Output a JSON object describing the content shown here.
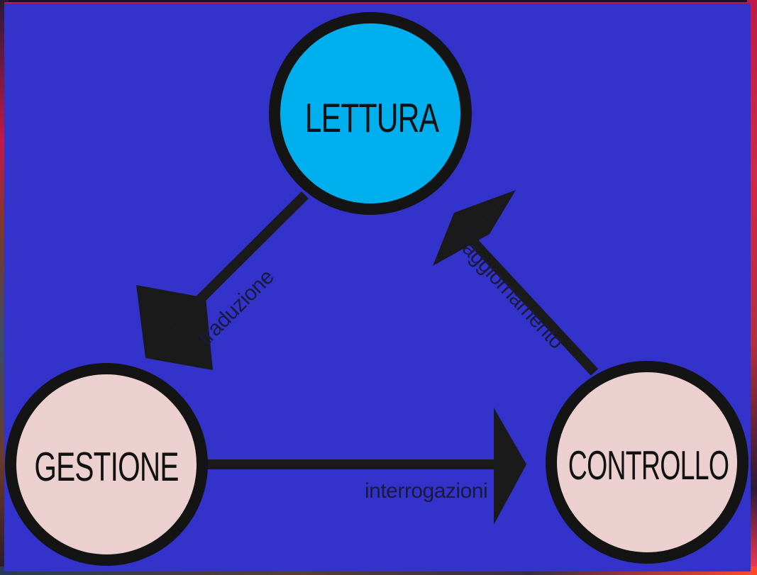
{
  "nodes": {
    "top": {
      "label": "LETTURA",
      "fill": "#00b0ee"
    },
    "left": {
      "label": "GESTIONE",
      "fill": "#ecd0d0"
    },
    "right": {
      "label": "CONTROLLO",
      "fill": "#ecd0d0"
    }
  },
  "edges": {
    "top_to_left": {
      "label": "traduzione"
    },
    "left_to_right": {
      "label": "interrogazioni"
    },
    "right_to_top": {
      "label": "aggiornamento"
    }
  },
  "colors": {
    "background": "#3333cc",
    "stroke": "#141414",
    "arrow": "#1a1a1a"
  }
}
